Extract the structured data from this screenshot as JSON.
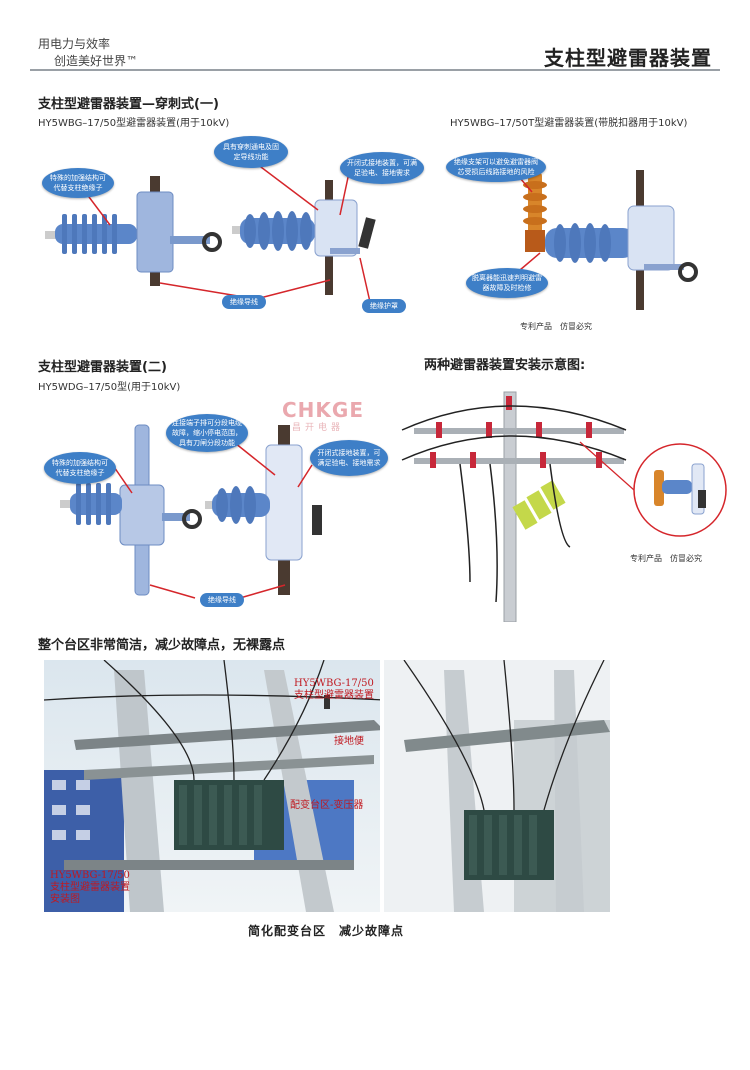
{
  "header": {
    "slogan_line1": "用电力与效率",
    "slogan_line2": "创造美好世界™",
    "title": "支柱型避雷器装置"
  },
  "section1": {
    "heading": "支柱型避雷器装置—穿刺式(一)",
    "model_left": "HY5WBG–17/50型避雷器装置(用于10kV)",
    "model_right": "HY5WBG–17/50T型避雷器装置(带脱扣器用于10kV)",
    "callouts": {
      "reinforced": "特殊的加强结构可代替支柱绝缘子",
      "pierce": "具有穿刺通电及固定导线功能",
      "grounding": "开闭式接地装置，可满足验电、接地需求",
      "wire": "绝缘导线",
      "cover": "绝缘护罩",
      "bracket": "绝缘支架可以避免避雷器阀芯受损后线路接地的风险",
      "disconnector": "脱离器能迅速判明避雷器故障及时检修"
    },
    "patent_note": "专利产品　仿冒必究"
  },
  "section2": {
    "heading": "支柱型避雷器装置(二)",
    "model": "HY5WDG–17/50型(用于10kV)",
    "callouts": {
      "reinforced": "特殊的加强结构可代替支柱绝缘子",
      "terminal": "连接端子排可分段电缆故障，缩小停电范围，具有刀闸分段功能",
      "grounding": "开闭式接地装置，可满足验电、接地需求",
      "wire": "绝缘导线"
    },
    "watermark": "CHKGE",
    "watermark_sub": "昌开电器"
  },
  "section3": {
    "heading": "两种避雷器装置安装示意图:",
    "patent_note": "专利产品　仿冒必究"
  },
  "section4": {
    "heading": "整个台区非常简洁，减少故障点，无裸露点",
    "photo_labels": {
      "device_line1": "HY5WBG-17/50",
      "device_line2": "支柱型避雷器装置",
      "ground_ring": "接地便",
      "transformer": "配变台区-变压器",
      "install_line1": "HY5WBG-17/50",
      "install_line2": "支柱型避雷器装置",
      "install_line3": "安装图"
    },
    "caption": "简化配变台区　减少故障点"
  },
  "colors": {
    "insulator_blue": "#5b86c9",
    "bubble_blue": "#3e7fc7",
    "arrow_red": "#d5262b",
    "arrester_orange": "#d8852a"
  }
}
